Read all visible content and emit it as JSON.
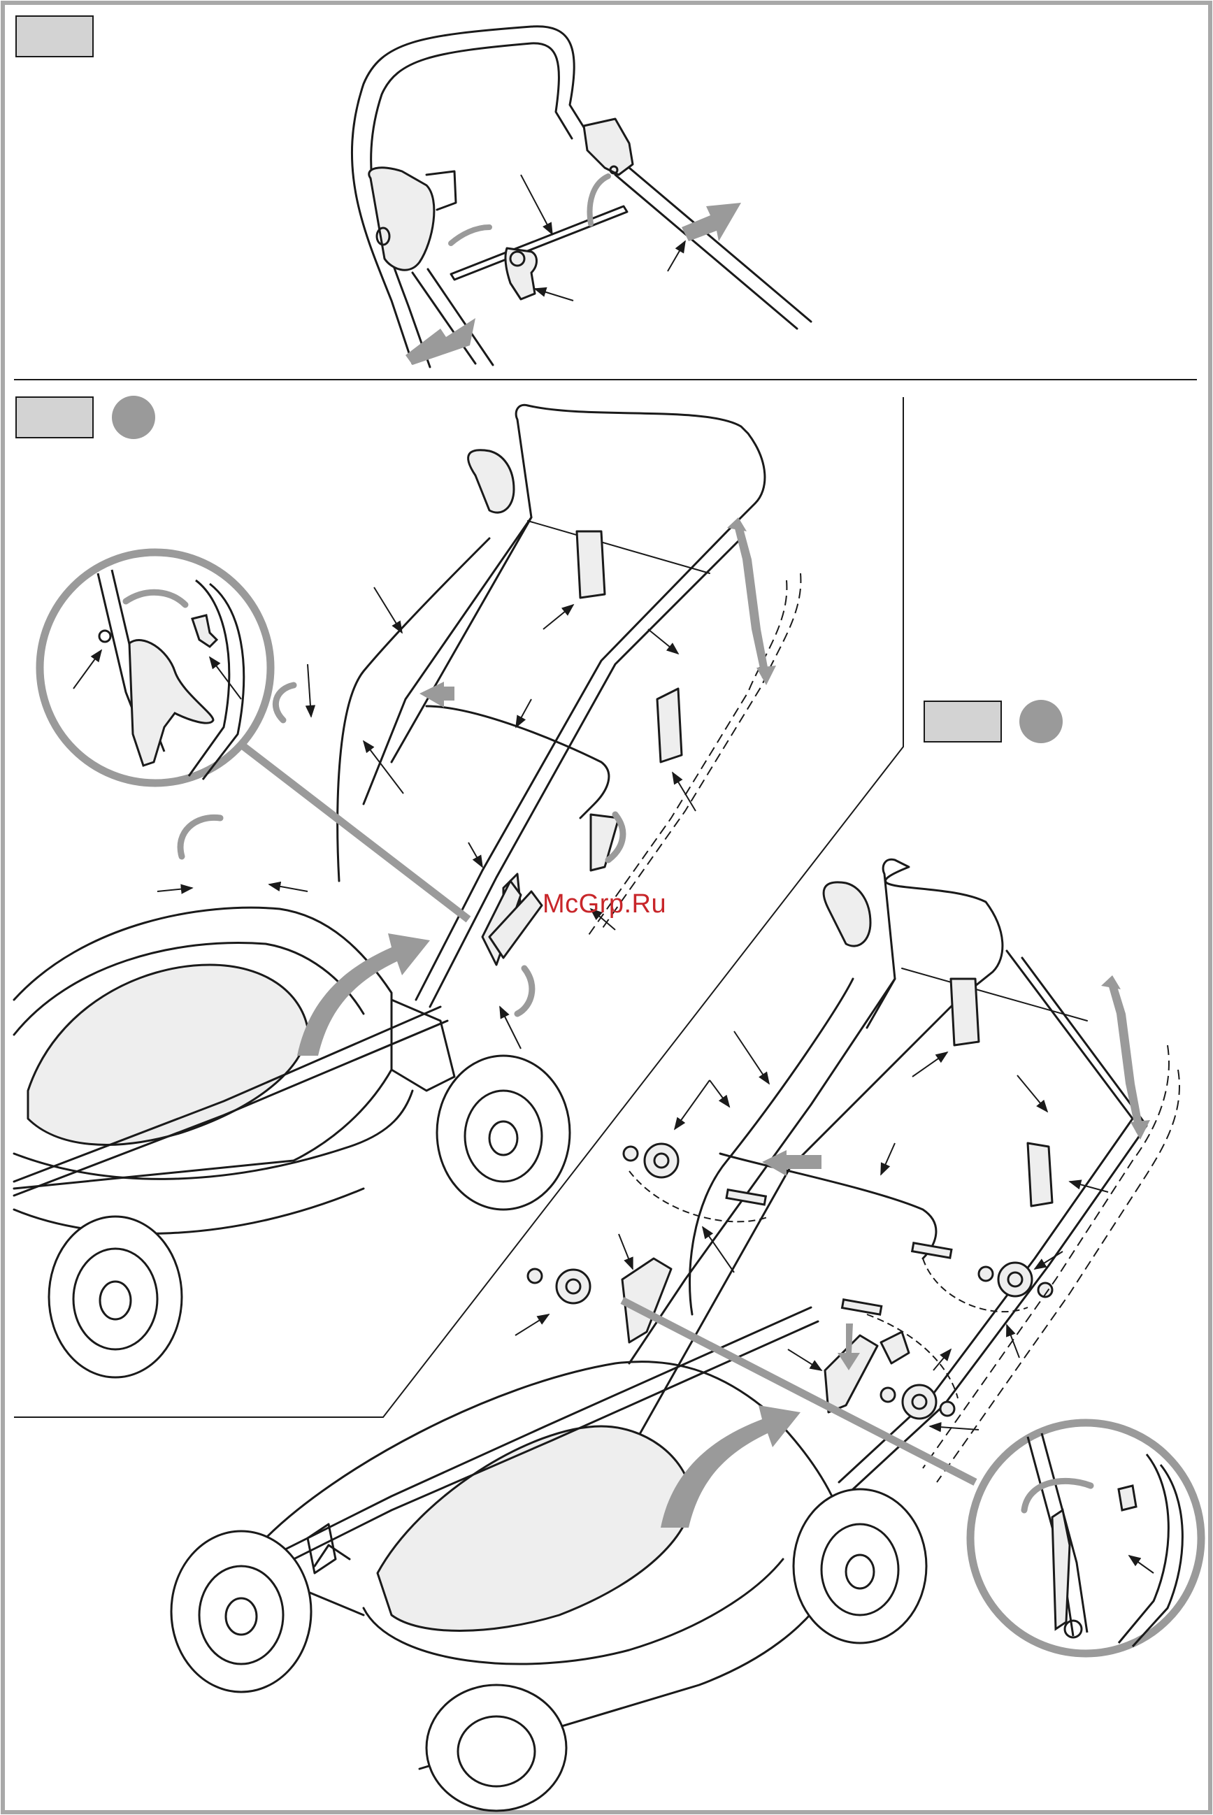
{
  "watermark": {
    "text": "McGrp.Ru",
    "color": "#c8262a"
  },
  "colors": {
    "line": "#1a1a1a",
    "accent_gray": "#9a9a9a",
    "box_fill": "#d3d3d3",
    "frame": "#a8a8a8"
  },
  "figures": [
    {
      "id": "top",
      "icons": [
        "handle-icon",
        "cable-hook-icon",
        "rotate-arrow-icon"
      ]
    },
    {
      "id": "middle-left",
      "icons": [
        "mower-icon",
        "magnifier-circle-icon",
        "lever-icon"
      ]
    },
    {
      "id": "bottom-right",
      "icons": [
        "mower-icon",
        "knob-icon",
        "bolt-icon",
        "magnifier-circle-icon"
      ]
    }
  ]
}
